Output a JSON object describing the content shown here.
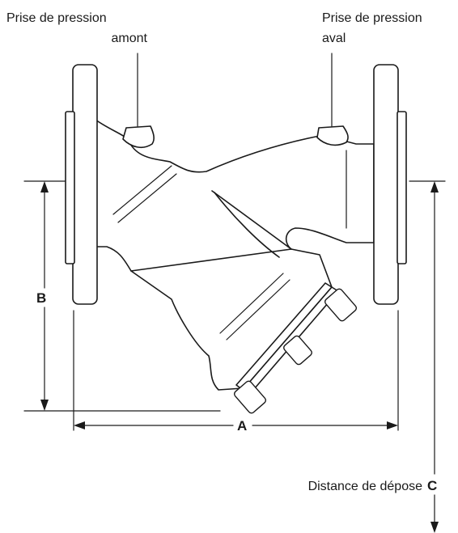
{
  "labels": {
    "upstream_tap_line1": "Prise de pression",
    "upstream_tap_line2": "amont",
    "downstream_tap_line1": "Prise de pression",
    "downstream_tap_line2": "aval",
    "removal_distance": "Distance de dépose"
  },
  "dimensions": {
    "a": "A",
    "b": "B",
    "c": "C"
  }
}
